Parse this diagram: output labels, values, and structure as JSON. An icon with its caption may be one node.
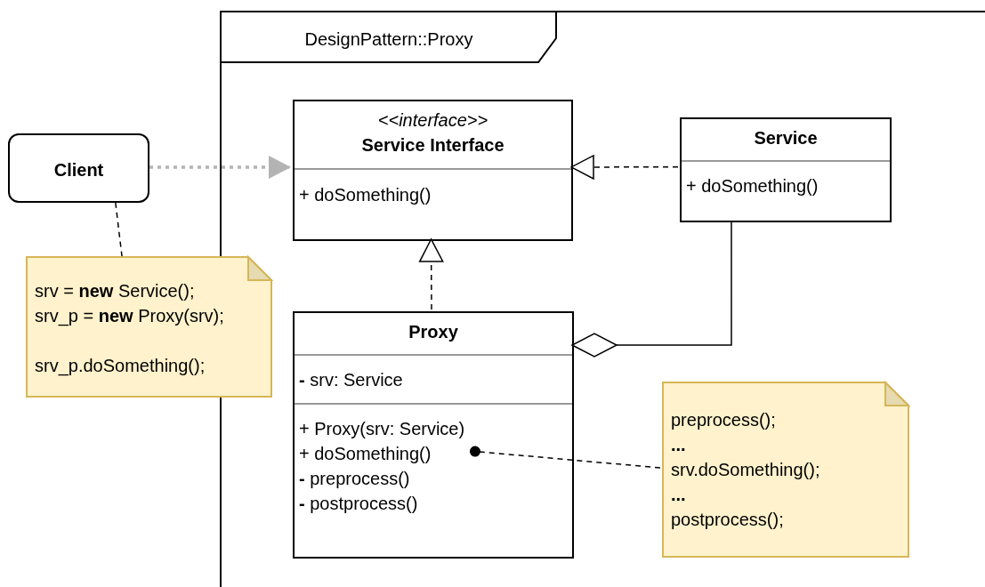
{
  "diagram": {
    "nodes": [
      {
        "text": [
          "DesignPattern::Proxy"
        ]
      },
      {
        "text": [
          "Client"
        ]
      },
      {
        "text": [
          "*<<interface>>*",
          "**Service Interface**",
          "+ doSomething()"
        ],
        "in": 0
      },
      {
        "text": [
          "**Service**",
          "+ doSomething()"
        ],
        "in": 0
      },
      {
        "text": [
          "**Proxy**",
          "**-** srv: Service",
          "+ Proxy(srv: Service)",
          "+ doSomething()",
          "**-** preprocess()",
          "**-** postprocess()"
        ],
        "in": 0
      },
      {
        "text": [
          "srv = **new** Service();",
          "srv_p = **new** Proxy(srv);",
          "srv_p.doSomething();"
        ]
      },
      {
        "text": [
          "preprocess();",
          "**...**",
          "srv.doSomething();",
          "**...**",
          "postprocess();"
        ],
        "in": 0
      }
    ],
    "edges": [
      {
        "from": 1,
        "to": 2,
        "arrow": "to",
        "style": "dashed",
        "color": "#b3b3b3"
      },
      {
        "from": 3,
        "to": 2,
        "arrow": "to",
        "style": "dashed"
      },
      {
        "from": 4,
        "to": 2,
        "arrow": "to",
        "style": "dashed"
      },
      {
        "from": 3,
        "to": 4,
        "arrow": "other"
      },
      {
        "from": 1,
        "to": 5,
        "arrow": "none",
        "style": "dashed"
      },
      {
        "from": 6,
        "to": 4,
        "arrow": "other",
        "style": "dashed"
      }
    ]
  }
}
